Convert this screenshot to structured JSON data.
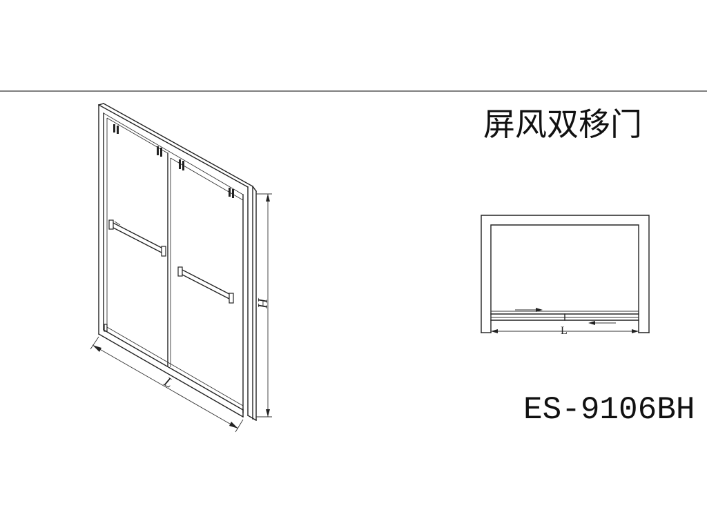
{
  "title": "屏风双移门",
  "model": "ES-9106BH",
  "dimensions": {
    "height_label": "H",
    "length_label": "L",
    "plan_length_label": "L"
  }
}
